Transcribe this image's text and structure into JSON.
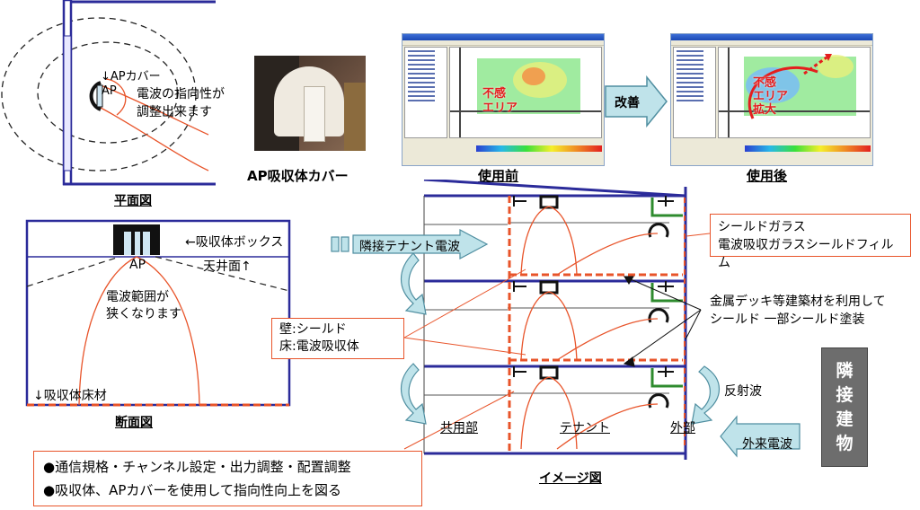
{
  "plan_view": {
    "ap_cover_label": "↓APカバー",
    "ap_label": "AP",
    "note_line1": "電波の指向性が",
    "note_line2": "調整出来ます",
    "caption": "平面図"
  },
  "photo": {
    "caption": "AP吸収体カバー"
  },
  "screens": {
    "before_caption": "使用前",
    "after_caption": "使用後",
    "improve_label": "改善",
    "before_overlay": [
      "不感",
      "エリア"
    ],
    "after_overlay": [
      "不感",
      "エリア",
      "拡大"
    ]
  },
  "section_view": {
    "absorber_box": "←吸収体ボックス",
    "ap_label": "AP",
    "ceiling": "天井面↑",
    "range_line1": "電波範囲が",
    "range_line2": "狭くなります",
    "floor": "↓吸収体床材",
    "caption": "断面図"
  },
  "image_diagram": {
    "neighbor_wave": "隣接テナント電波",
    "glass_line1": "シールドガラス",
    "glass_line2": "電波吸収ガラスシールドフィルム",
    "metal_line1": "金属デッキ等建築材を利用して",
    "metal_line2": "シールド 一部シールド塗装",
    "wall_line1": "壁:シールド",
    "wall_line2": "床:電波吸収体",
    "reflect": "反射波",
    "building": [
      "隣",
      "接",
      "建",
      "物"
    ],
    "outside_wave": "外来電波",
    "common": "共用部",
    "tenant": "テナント",
    "exterior": "外部",
    "caption": "イメージ図"
  },
  "bullets": [
    "●通信規格・チャンネル設定・出力調整・配置調整",
    "●吸収体、APカバーを使用して指向性向上を図る"
  ],
  "colors": {
    "structure": "#2b2b9a",
    "wave": "#e8542a",
    "arrow_fill": "#bfe3ea",
    "arrow_stroke": "#4f8ea0",
    "building": "#6d6d6d",
    "green_mark": "#2e8b2e",
    "overlay_red": "#e41e1e"
  }
}
